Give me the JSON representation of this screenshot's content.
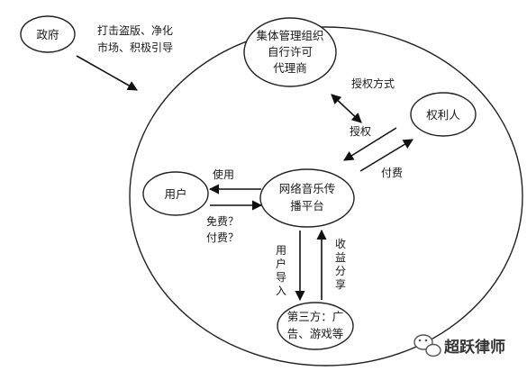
{
  "nodes": {
    "government": "政府",
    "collective": [
      "集体管理组织",
      "自行许可",
      "代理商"
    ],
    "rights_holder": "权利人",
    "user": "用户",
    "platform": [
      "网络音乐传",
      "播平台"
    ],
    "third_party": [
      "第三方：广",
      "告、游戏等"
    ]
  },
  "labels": {
    "government_action": [
      "打击盗版、净化",
      "市场、积极引导"
    ],
    "license_mode": "授权方式",
    "license": "授权",
    "payment": "付费",
    "usage": "使用",
    "free_or_paid": [
      "免费？",
      "付费？"
    ],
    "user_referral": [
      "用",
      "户",
      "导",
      "入"
    ],
    "revenue_share": [
      "收",
      "益",
      "分",
      "享"
    ]
  },
  "watermark": "超跃律师",
  "colors": {
    "stroke": "#222222",
    "text": "#1a1a1a"
  }
}
